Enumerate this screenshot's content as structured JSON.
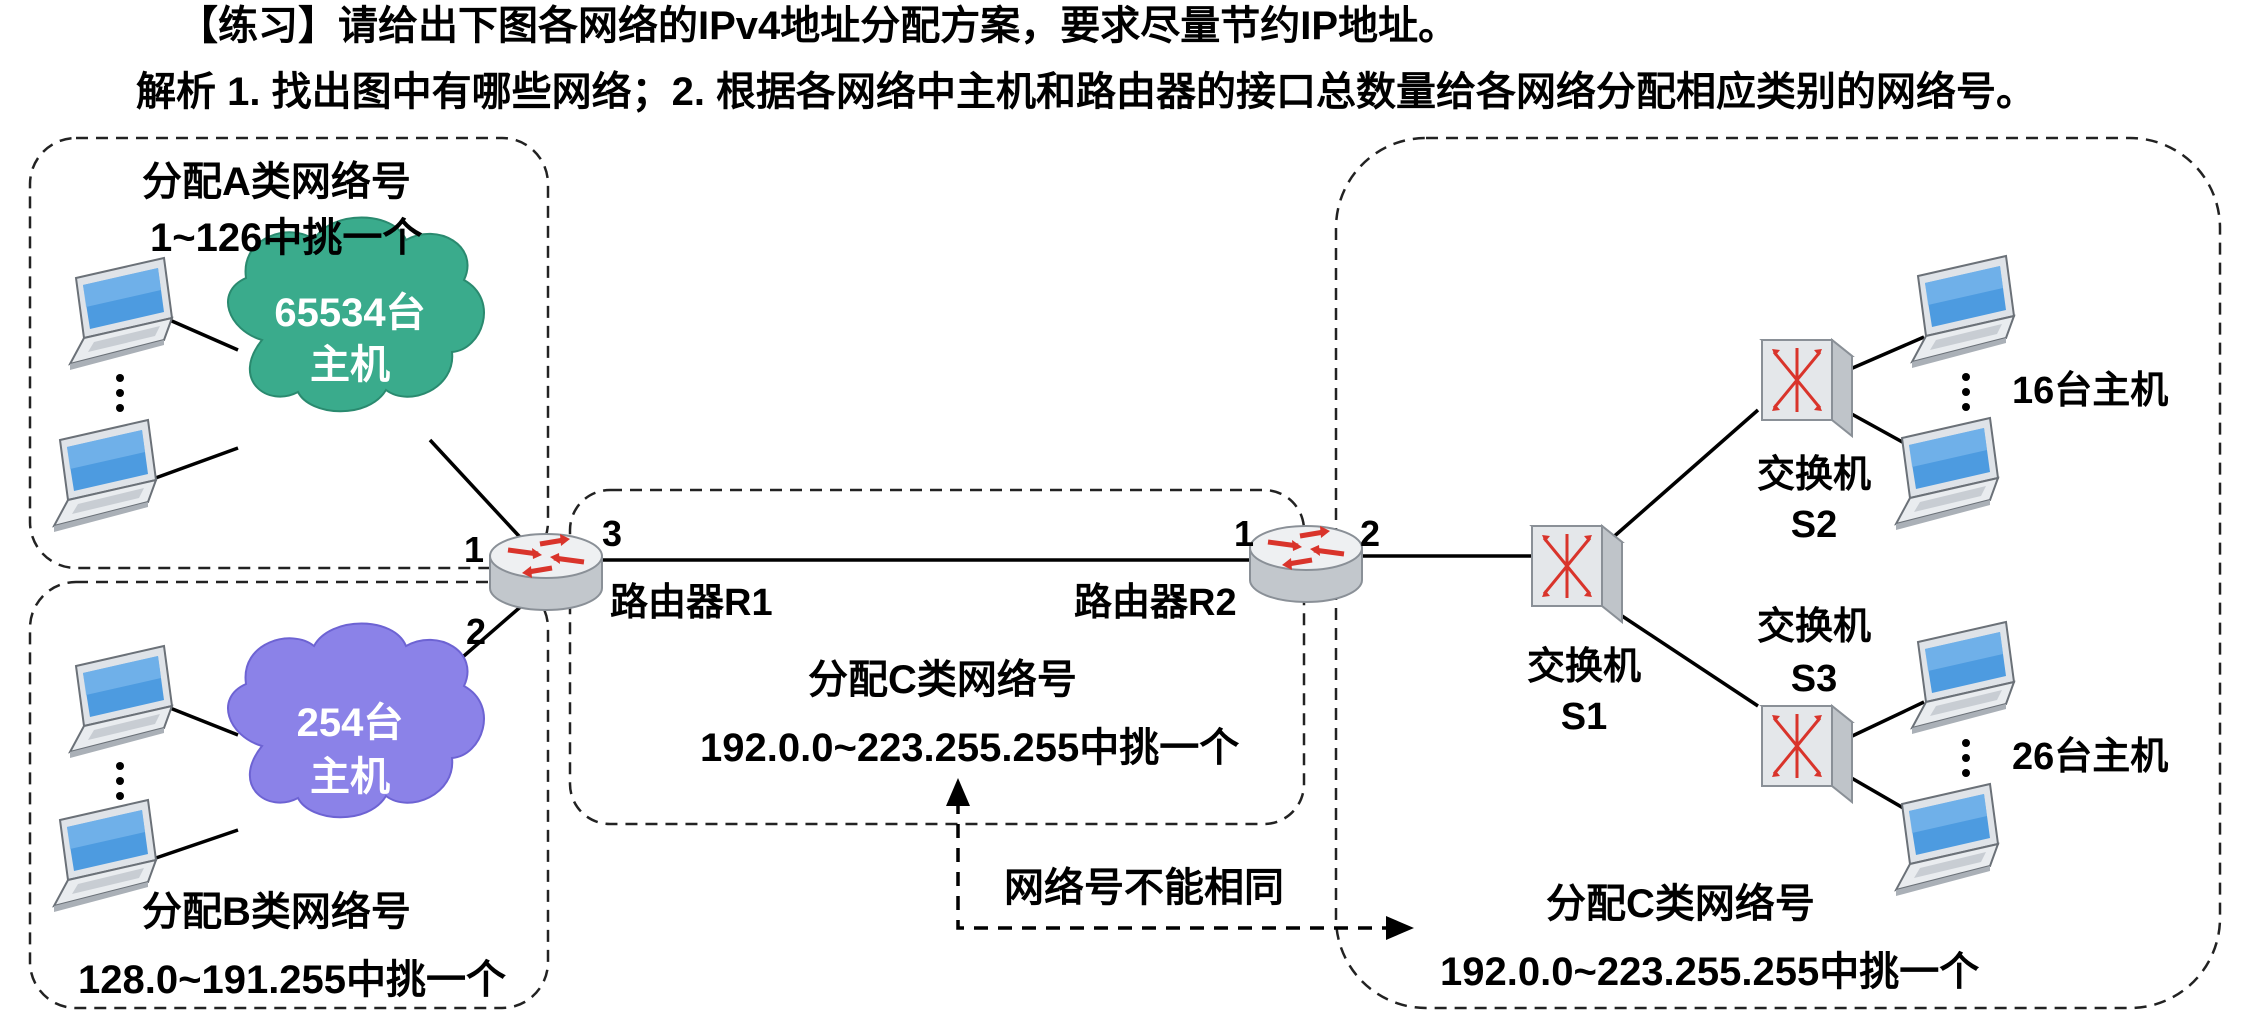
{
  "header": {
    "title": "【练习】请给出下图各网络的IPv4地址分配方案，要求尽量节约IP地址。",
    "subtitle": "解析   1. 找出图中有哪些网络；2. 根据各网络中主机和路由器的接口总数量给各网络分配相应类别的网络号。"
  },
  "network_a": {
    "label_line1": "分配A类网络号",
    "label_line2": "1~126中挑一个",
    "cloud_line1": "65534台",
    "cloud_line2": "主机",
    "cloud_color": "#3aab8c"
  },
  "network_b": {
    "label_line1": "分配B类网络号",
    "label_line2": "128.0~191.255中挑一个",
    "cloud_line1": "254台",
    "cloud_line2": "主机",
    "cloud_color": "#8b82e8"
  },
  "network_c_link": {
    "label_line1": "分配C类网络号",
    "label_line2": "192.0.0~223.255.255中挑一个"
  },
  "network_c_lan": {
    "label_line1": "分配C类网络号",
    "label_line2": "192.0.0~223.255.255中挑一个"
  },
  "routers": {
    "r1": {
      "label": "路由器R1",
      "ports": [
        "1",
        "2",
        "3"
      ]
    },
    "r2": {
      "label": "路由器R2",
      "ports": [
        "1",
        "2"
      ]
    }
  },
  "switches": {
    "s1": {
      "name": "交换机",
      "id": "S1"
    },
    "s2": {
      "name": "交换机",
      "id": "S2"
    },
    "s3": {
      "name": "交换机",
      "id": "S3"
    }
  },
  "host_groups": {
    "s2_hosts": "16台主机",
    "s3_hosts": "26台主机"
  },
  "note": {
    "text": "网络号不能相同"
  },
  "colors": {
    "laptop_screen": "#4d9be0",
    "device_red": "#d9342b",
    "line": "#000000"
  },
  "icons": [
    "laptop-icon",
    "router-icon",
    "switch-icon",
    "cloud-icon",
    "vertical-ellipsis"
  ]
}
